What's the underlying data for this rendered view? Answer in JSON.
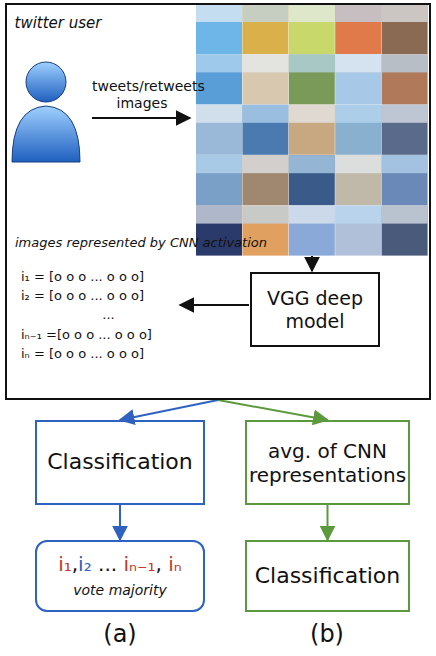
{
  "diagram": {
    "nodes": [
      {
        "text": [
          "images represented by CNN activation",
          "i₁ = [o o o ... o o o]",
          "i₂ = [o o o ... o o o]",
          "...",
          "iₙ₋₁ =[o o o ... o o o]",
          "iₙ = [o o o ... o o o]"
        ]
      },
      {
        "text": [
          "twitter user"
        ],
        "in": 0
      },
      {
        "text": [
          "VGG deep model"
        ],
        "in": 0
      },
      {
        "text": [
          "Classification"
        ]
      },
      {
        "text": [
          "avg. of CNN representations"
        ]
      },
      {
        "text": [
          "i₁,i₂ ... iₙ₋₁, iₙ",
          "vote majority"
        ]
      },
      {
        "text": [
          "Classification"
        ]
      }
    ],
    "edges": [
      {
        "from": 0,
        "to": 3,
        "arrow": "to"
      },
      {
        "from": 0,
        "to": 4,
        "arrow": "to"
      },
      {
        "from": 3,
        "to": 5,
        "arrow": "to"
      },
      {
        "from": 4,
        "to": 6,
        "arrow": "to"
      }
    ],
    "labels": [
      "tweets/retweets images",
      "(a)",
      "(b)"
    ]
  }
}
